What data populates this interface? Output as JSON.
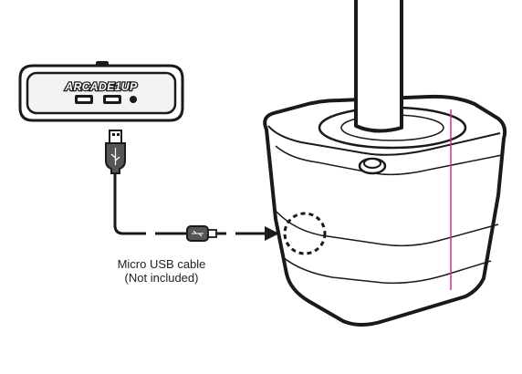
{
  "hub": {
    "logo_text": "ARCADE1UP"
  },
  "cable": {
    "label_line1": "Micro USB cable",
    "label_line2": "(Not included)"
  },
  "colors": {
    "outline": "#1a1a1a",
    "cable_accent": "#555555",
    "guide_line": "#d1308c",
    "hub_face": "#f3f3f3"
  }
}
